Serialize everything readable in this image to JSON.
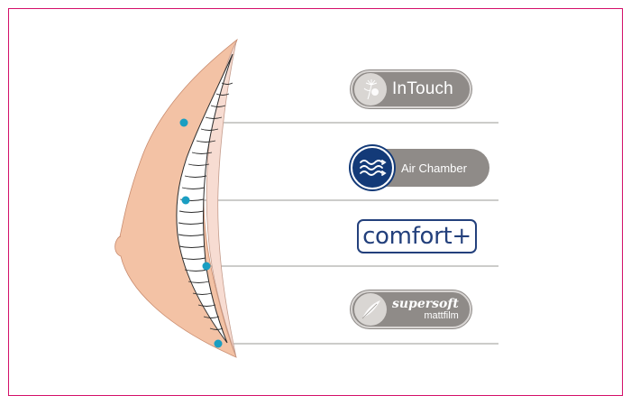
{
  "colors": {
    "frame": "#d4106a",
    "skin": "#f3c2a5",
    "layer_inner": "#f7dcd2",
    "dot": "#1a9ec2",
    "leader_line": "#9a9896",
    "badge_gray": "#8f8b88",
    "navy": "#133a78"
  },
  "badges": {
    "intouch": {
      "label": "InTouch",
      "icon": "dandelion-icon"
    },
    "air_chamber": {
      "label": "Air Chamber",
      "icon": "air-waves-icon"
    },
    "comfort": {
      "label": "comfort+"
    },
    "supersoft": {
      "label_line1": "supersoft",
      "label_line2": "mattfilm",
      "icon": "feather-icon"
    }
  }
}
